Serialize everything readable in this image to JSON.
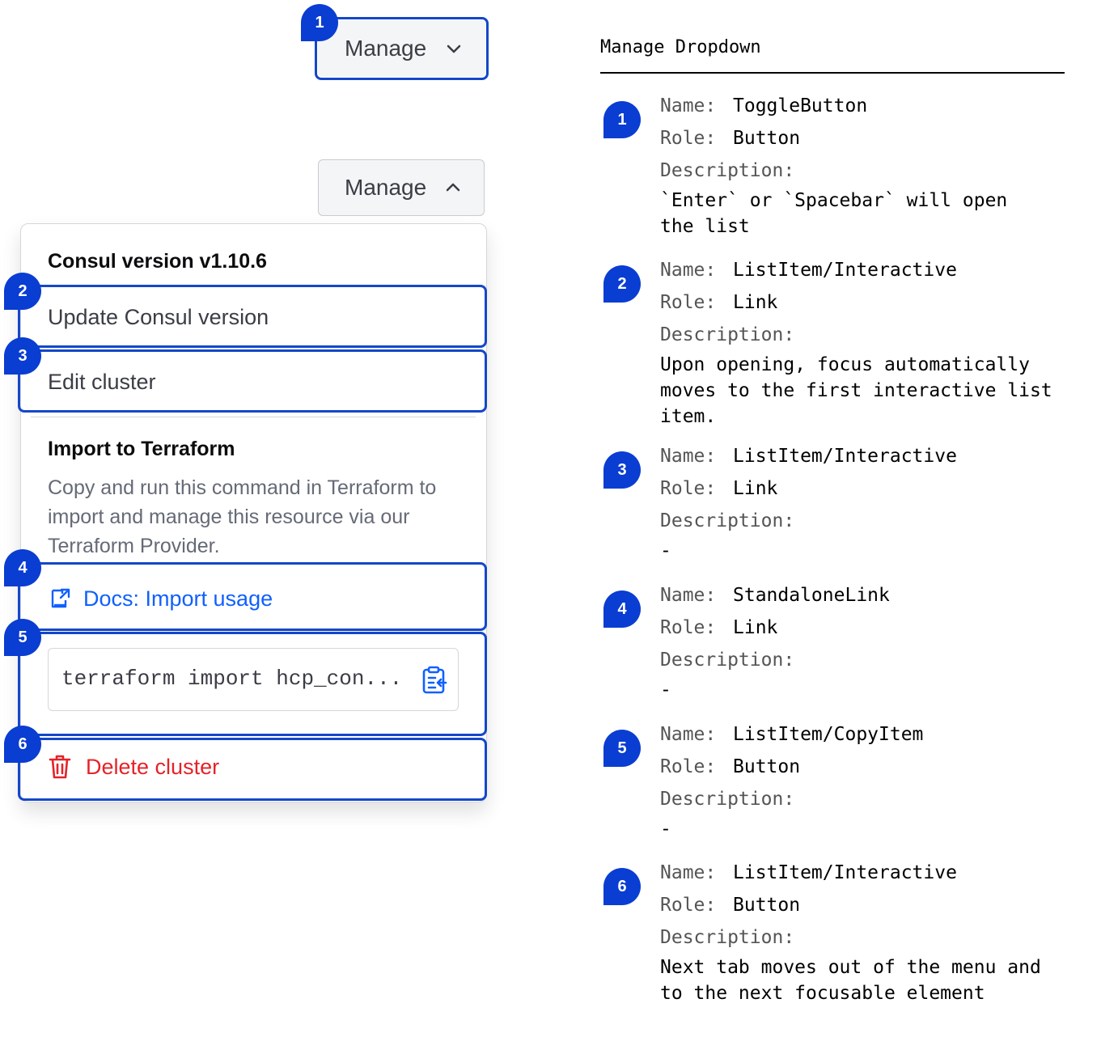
{
  "toggle_closed": {
    "label": "Manage",
    "icon": "chevron-down-icon"
  },
  "toggle_open": {
    "label": "Manage",
    "icon": "chevron-up-icon"
  },
  "dropdown": {
    "version_title": "Consul version v1.10.6",
    "update_item": "Update Consul version",
    "edit_item": "Edit cluster",
    "import_title": "Import to Terraform",
    "import_description": "Copy and run this command in Terraform to import and manage this resource via our Terraform Provider.",
    "docs_link": "Docs: Import usage",
    "copy_command": "terraform import hcp_con...",
    "delete_item": "Delete cluster"
  },
  "badges": [
    "1",
    "2",
    "3",
    "4",
    "5",
    "6"
  ],
  "doc": {
    "title": "Manage Dropdown",
    "labels": {
      "name": "Name:",
      "role": "Role:",
      "description": "Description:"
    },
    "entries": [
      {
        "num": "1",
        "name": "ToggleButton",
        "role": "Button",
        "description": "`Enter` or `Spacebar` will open the list"
      },
      {
        "num": "2",
        "name": "ListItem/Interactive",
        "role": "Link",
        "description": "Upon opening, focus automatically moves to the first interactive list item."
      },
      {
        "num": "3",
        "name": "ListItem/Interactive",
        "role": "Link",
        "description": "-"
      },
      {
        "num": "4",
        "name": "StandaloneLink",
        "role": "Link",
        "description": "-"
      },
      {
        "num": "5",
        "name": "ListItem/CopyItem",
        "role": "Button",
        "description": "-"
      },
      {
        "num": "6",
        "name": "ListItem/Interactive",
        "role": "Button",
        "description": "Next tab moves out of the menu and to the next focusable element"
      }
    ]
  },
  "colors": {
    "focus": "#1447c9",
    "badge": "#0a3dd1",
    "link": "#1060ff",
    "danger": "#e52228"
  }
}
